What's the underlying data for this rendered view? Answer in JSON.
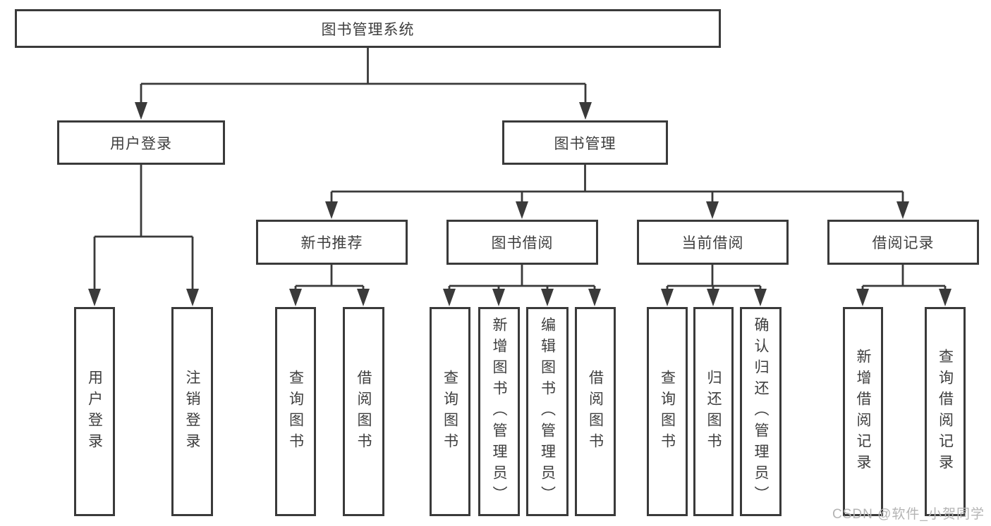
{
  "tree": {
    "root": "图书管理系统",
    "children": [
      {
        "label": "用户登录",
        "children": [
          {
            "label": "用户登录"
          },
          {
            "label": "注销登录"
          }
        ]
      },
      {
        "label": "图书管理",
        "children": [
          {
            "label": "新书推荐",
            "children": [
              {
                "label": "查询图书"
              },
              {
                "label": "借阅图书"
              }
            ]
          },
          {
            "label": "图书借阅",
            "children": [
              {
                "label": "查询图书"
              },
              {
                "label": "新增图书（管理员）"
              },
              {
                "label": "编辑图书（管理员）"
              },
              {
                "label": "借阅图书"
              }
            ]
          },
          {
            "label": "当前借阅",
            "children": [
              {
                "label": "查询图书"
              },
              {
                "label": "归还图书"
              },
              {
                "label": "确认归还（管理员）"
              }
            ]
          },
          {
            "label": "借阅记录",
            "children": [
              {
                "label": "新增借阅记录"
              },
              {
                "label": "查询借阅记录"
              }
            ]
          }
        ]
      }
    ]
  },
  "watermark": "CSDN @软件_小贺同学",
  "colors": {
    "line": "#3a3a3a",
    "box_border": "#3a3a3a",
    "text": "#3e3e3e",
    "watermark": "#b4b4b4",
    "background": "#ffffff"
  }
}
